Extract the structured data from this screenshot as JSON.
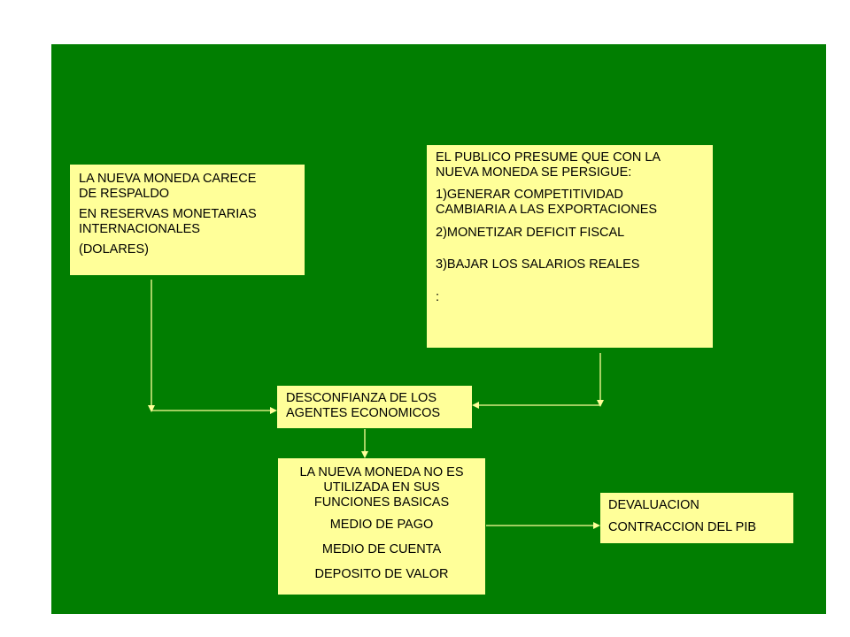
{
  "colors": {
    "background": "#ffffff",
    "slide_green": "#017e01",
    "box_fill": "#ffff99",
    "connector": "#ffff99"
  },
  "boxes": {
    "sin_respaldo": {
      "line1": "LA NUEVA MONEDA CARECE\nDE RESPALDO",
      "line2": "EN RESERVAS MONETARIAS\nINTERNACIONALES",
      "line3": "(DOLARES)"
    },
    "publico_presume": {
      "line1": "EL PUBLICO PRESUME QUE CON LA\nNUEVA MONEDA SE PERSIGUE:",
      "line2": "1)GENERAR COMPETITIVIDAD\nCAMBIARIA A LAS EXPORTACIONES",
      "line3": "2)MONETIZAR DEFICIT FISCAL",
      "line4": "3)BAJAR LOS SALARIOS REALES",
      "line5": ":"
    },
    "desconfianza": {
      "line1": "DESCONFIANZA DE LOS\nAGENTES ECONOMICOS"
    },
    "no_utilizada": {
      "line1": "LA NUEVA MONEDA NO ES\nUTILIZADA EN SUS\nFUNCIONES BASICAS",
      "line2": "MEDIO DE PAGO",
      "line3": "MEDIO DE CUENTA",
      "line4": "DEPOSITO DE VALOR"
    },
    "devaluacion": {
      "line1": "DEVALUACION",
      "line2": "CONTRACCION DEL PIB"
    }
  }
}
